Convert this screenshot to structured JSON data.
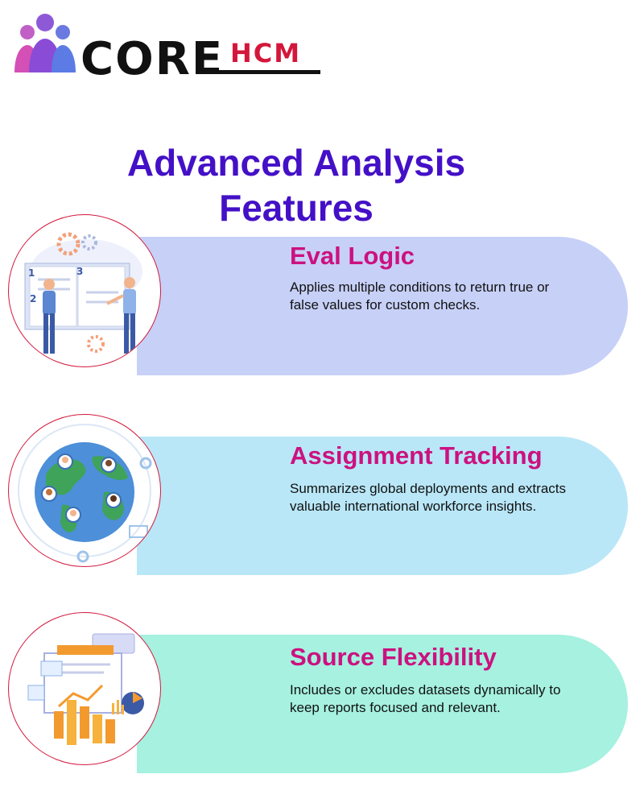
{
  "brand": {
    "name_core": "CORE",
    "name_hcm": "HCM",
    "colors": {
      "core": "#111111",
      "hcm": "#d3173c"
    }
  },
  "heading": {
    "title_line1": "Advanced Analysis",
    "title_line2": "Features",
    "color": "#4410c7"
  },
  "features": [
    {
      "title": "Eval Logic",
      "description": "Applies multiple conditions to return true or false values for custom checks.",
      "bubble_color": "#c7d0f7",
      "illustration": "book-icon"
    },
    {
      "title": "Assignment Tracking",
      "description": "Summarizes global deployments and extracts valuable international workforce insights.",
      "bubble_color": "#b9e7f7",
      "illustration": "globe-icon"
    },
    {
      "title": "Source Flexibility",
      "description": "Includes or excludes datasets dynamically to keep reports focused and relevant.",
      "bubble_color": "#a6f1e0",
      "illustration": "chart-icon"
    }
  ]
}
